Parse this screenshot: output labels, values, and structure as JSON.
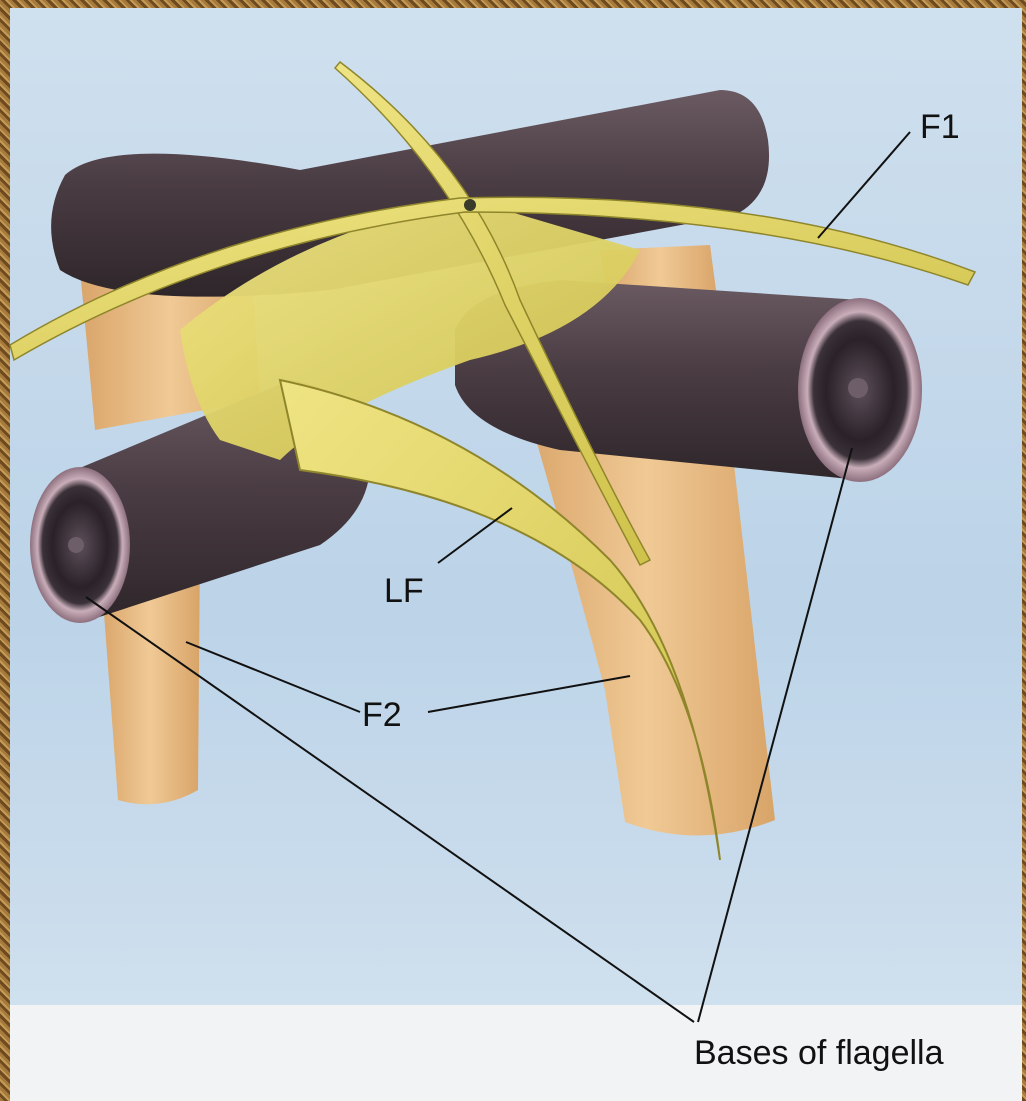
{
  "labels": {
    "f1": "F1",
    "lf": "LF",
    "f2": "F2",
    "bases": "Bases of flagella"
  },
  "colors": {
    "background": "#c8dcec",
    "basal_body_dark": "#4a3f45",
    "rootlet_tan": "#e2b57e",
    "fiber_yellow": "#e6dc6a"
  }
}
